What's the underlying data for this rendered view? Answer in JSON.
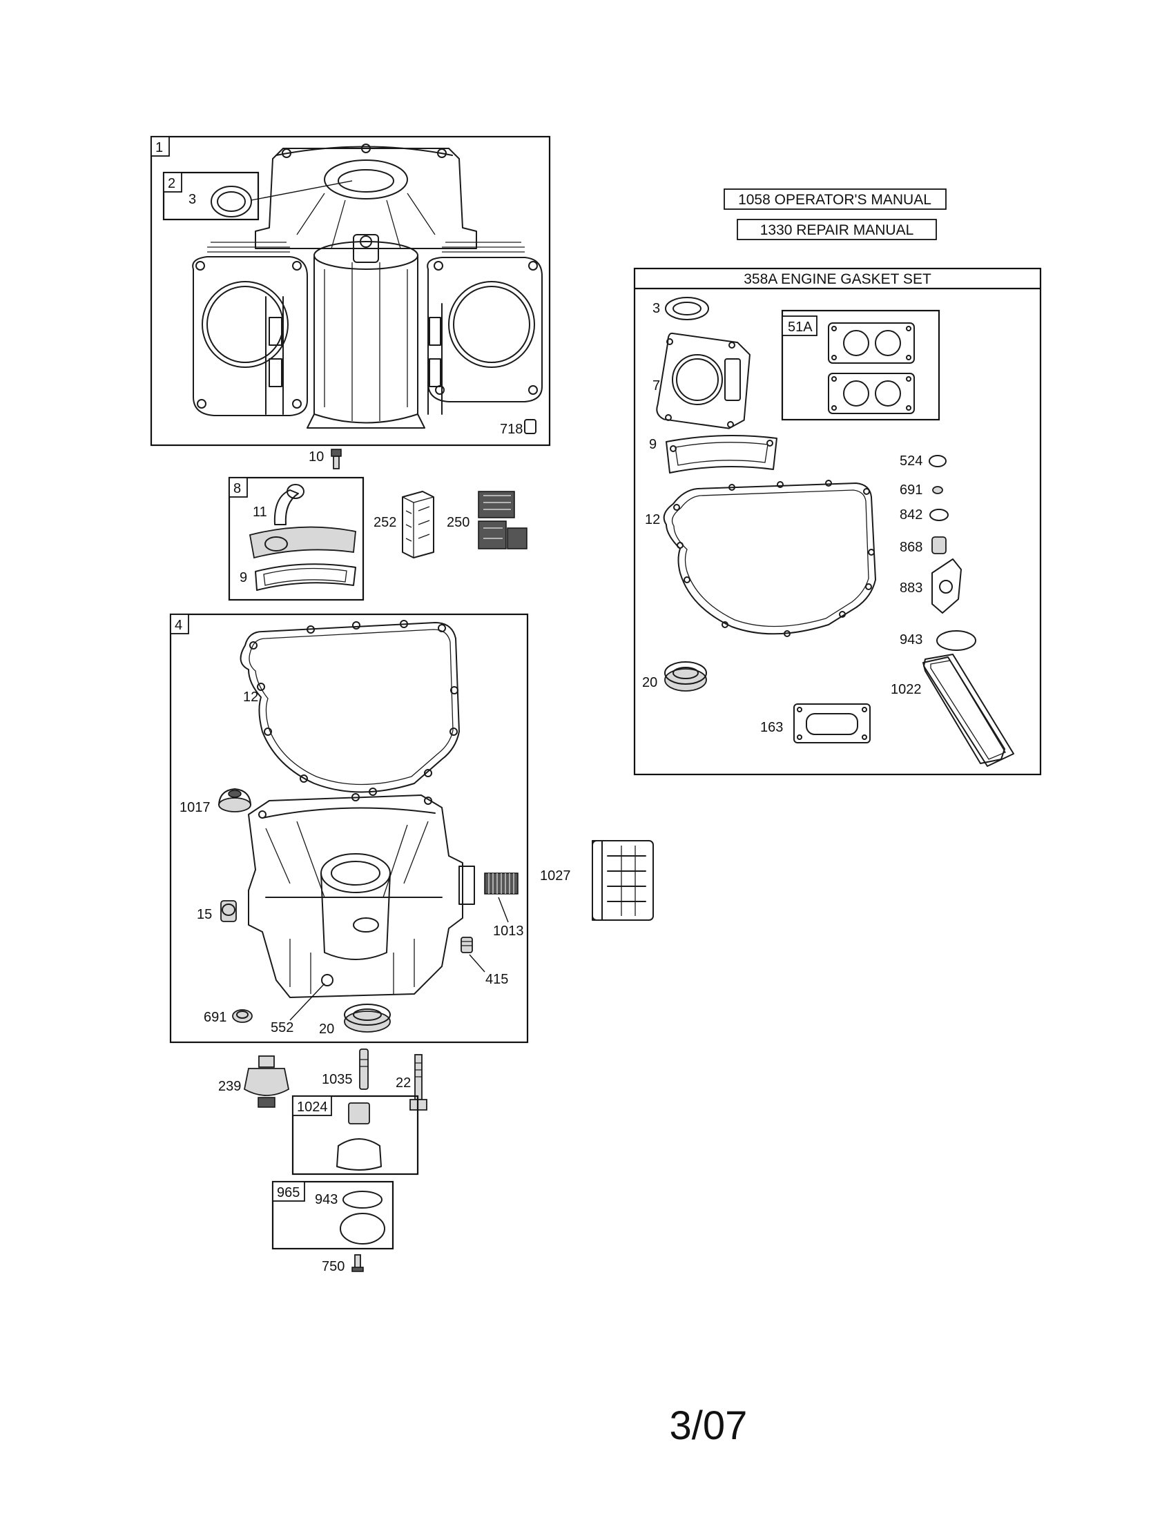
{
  "manuals": {
    "operators": "1058 OPERATOR'S MANUAL",
    "repair": "1330 REPAIR MANUAL"
  },
  "gasket_set": {
    "title": "358A ENGINE GASKET SET",
    "labels": {
      "p3": "3",
      "p51a": "51A",
      "p7": "7",
      "p9": "9",
      "p524": "524",
      "p691": "691",
      "p842": "842",
      "p12": "12",
      "p868": "868",
      "p883": "883",
      "p943": "943",
      "p20": "20",
      "p1022": "1022",
      "p163": "163"
    }
  },
  "cylinder_group": {
    "labels": {
      "g1": "1",
      "g2": "2",
      "p3": "3",
      "p718": "718",
      "p10": "10"
    }
  },
  "breather_group": {
    "labels": {
      "g8": "8",
      "p11": "11",
      "p9": "9",
      "p252": "252",
      "p250": "250"
    }
  },
  "sump_group": {
    "labels": {
      "g4": "4",
      "p12": "12",
      "p1017": "1017",
      "p15": "15",
      "p1013": "1013",
      "p1027": "1027",
      "p415": "415",
      "p691": "691",
      "p552": "552",
      "p20": "20"
    }
  },
  "lower_parts": {
    "labels": {
      "p239": "239",
      "p1035": "1035",
      "p22": "22",
      "g1024": "1024",
      "g965": "965",
      "p943": "943",
      "p750": "750"
    }
  },
  "footer": {
    "date": "3/07"
  }
}
